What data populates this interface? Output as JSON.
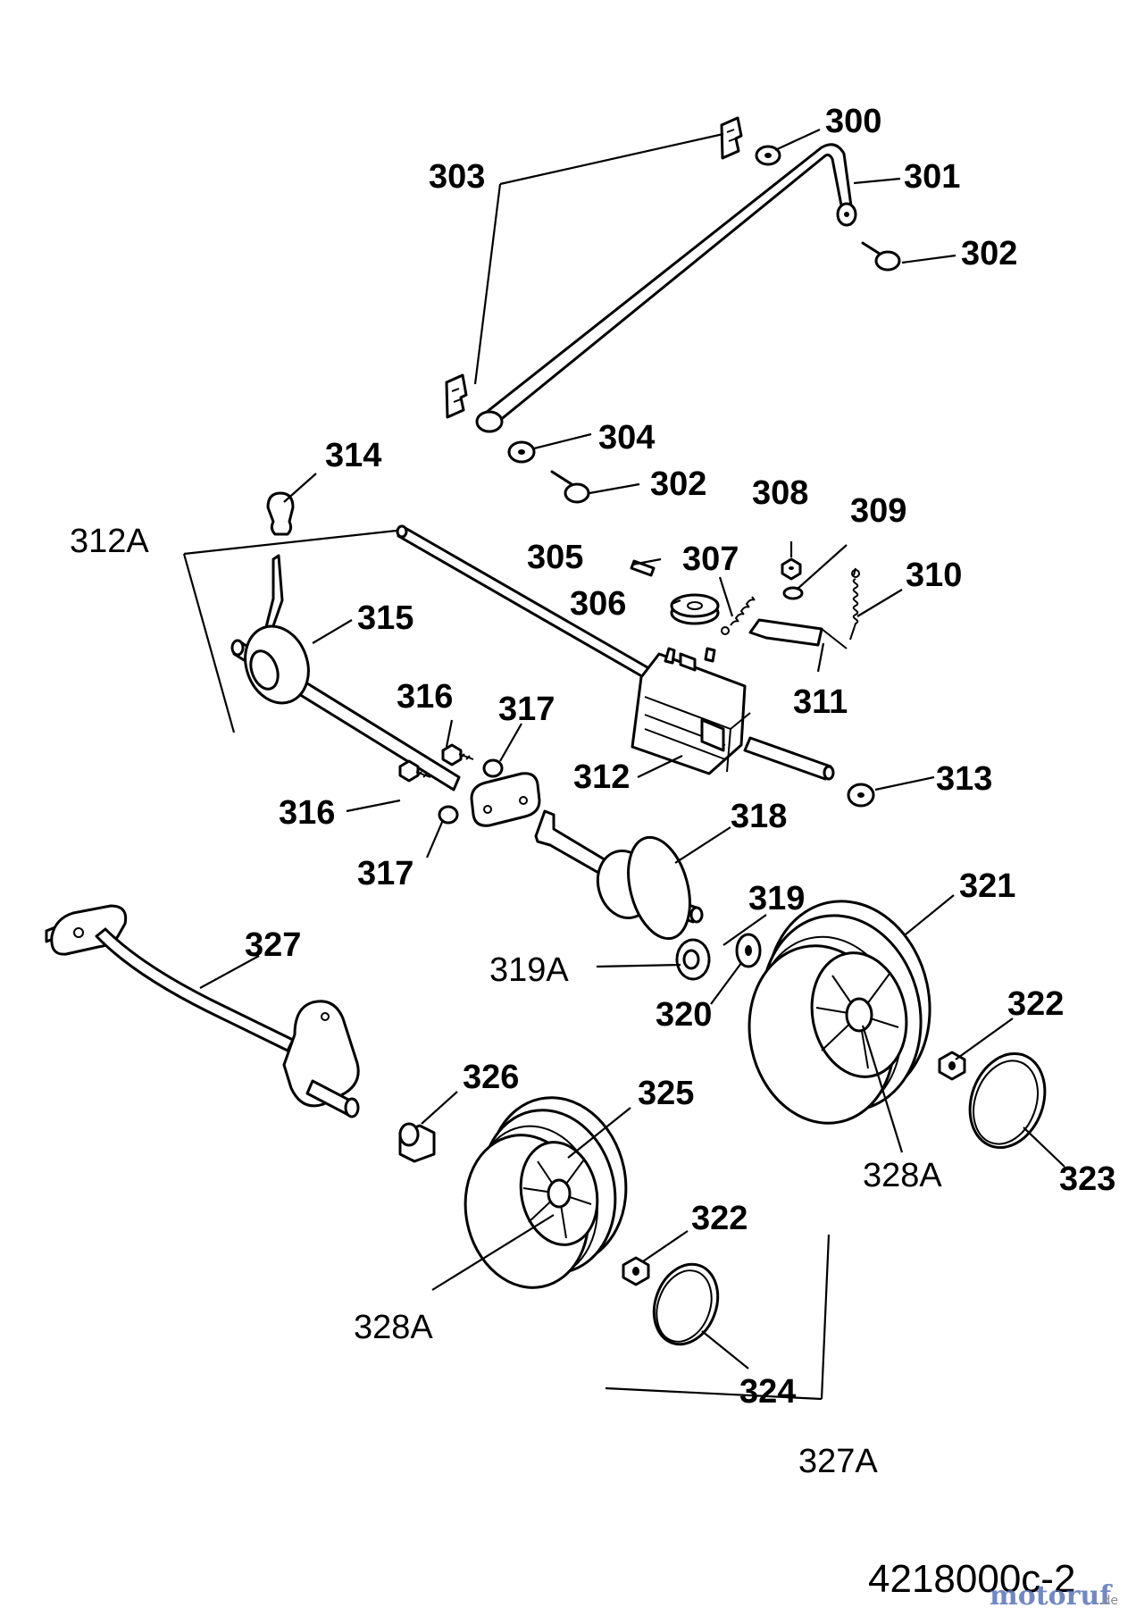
{
  "diagram": {
    "document_number": "4218000c-2",
    "watermark": {
      "text": "motoruf",
      "suffix": ".de"
    },
    "labels": {
      "p300": "300",
      "p301": "301",
      "p302a": "302",
      "p303": "303",
      "p304": "304",
      "p302b": "302",
      "p314": "314",
      "p312A": "312A",
      "p305": "305",
      "p307": "307",
      "p308": "308",
      "p309": "309",
      "p310": "310",
      "p306": "306",
      "p315": "315",
      "p311": "311",
      "p316a": "316",
      "p317a": "317",
      "p312": "312",
      "p313": "313",
      "p316b": "316",
      "p317b": "317",
      "p318": "318",
      "p321": "321",
      "p319": "319",
      "p327": "327",
      "p319A": "319A",
      "p320": "320",
      "p322a": "322",
      "p326": "326",
      "p325": "325",
      "p328Aa": "328A",
      "p323": "323",
      "p322b": "322",
      "p328Ab": "328A",
      "p324": "324",
      "p327A": "327A"
    }
  }
}
